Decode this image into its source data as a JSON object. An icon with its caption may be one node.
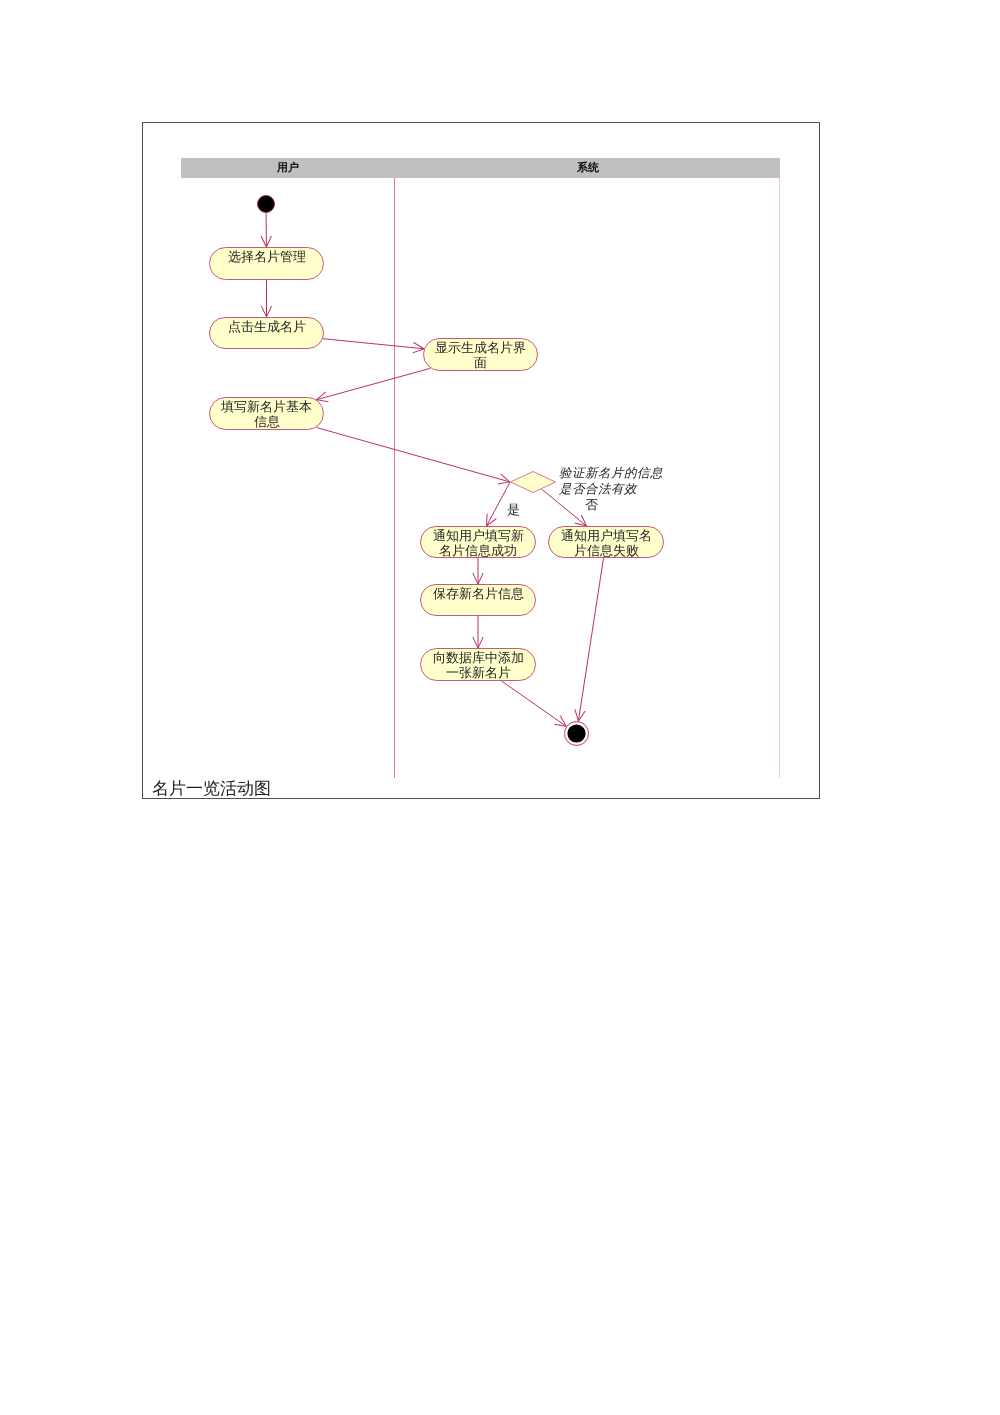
{
  "diagram": {
    "caption": "名片一览活动图",
    "nodes": [
      {
        "text": [
          "用户"
        ]
      },
      {
        "text": [
          "系统"
        ]
      },
      {
        "text": [],
        "shape": "circle",
        "in": 0
      },
      {
        "text": [
          "选择名片管理"
        ],
        "in": 0
      },
      {
        "text": [
          "点击生成名片"
        ],
        "in": 0
      },
      {
        "text": [
          "显示生成名片界面"
        ],
        "in": 1
      },
      {
        "text": [
          "填写新名片基本信息"
        ],
        "in": 0
      },
      {
        "text": [],
        "shape": "diamond",
        "in": 1,
        "beside": [
          "验证新名片的信息是否合法有效"
        ]
      },
      {
        "text": [
          "通知用户填写新名片信息成功"
        ],
        "in": 1
      },
      {
        "text": [
          "通知用户填写名片信息失败"
        ],
        "in": 1
      },
      {
        "text": [
          "保存新名片信息"
        ],
        "in": 1
      },
      {
        "text": [
          "向数据库中添加一张新名片"
        ],
        "in": 1
      },
      {
        "text": [],
        "shape": "bullseye",
        "in": 1
      }
    ],
    "edges": [
      {
        "from": 2,
        "to": 3,
        "arrow": "to"
      },
      {
        "from": 3,
        "to": 4,
        "arrow": "to"
      },
      {
        "from": 4,
        "to": 5,
        "arrow": "to"
      },
      {
        "from": 5,
        "to": 6,
        "arrow": "to"
      },
      {
        "from": 6,
        "to": 7,
        "arrow": "to"
      },
      {
        "from": 7,
        "to": 8,
        "arrow": "to",
        "label": "是"
      },
      {
        "from": 7,
        "to": 9,
        "arrow": "to",
        "label": "否"
      },
      {
        "from": 8,
        "to": 10,
        "arrow": "to"
      },
      {
        "from": 10,
        "to": 11,
        "arrow": "to"
      },
      {
        "from": 11,
        "to": 12,
        "arrow": "to"
      },
      {
        "from": 9,
        "to": 12,
        "arrow": "to"
      }
    ]
  }
}
